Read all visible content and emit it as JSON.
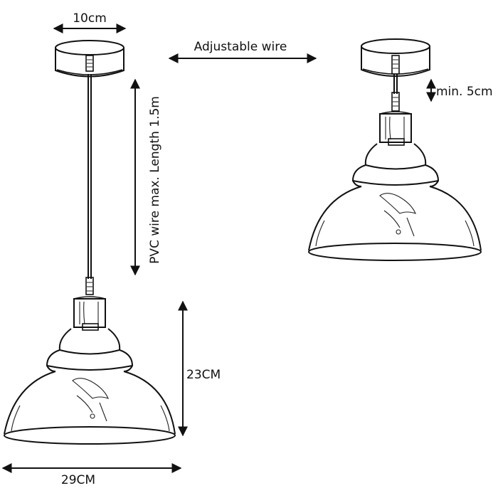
{
  "dimensions": {
    "canopy_width": "10cm",
    "wire_note": "Adjustable wire",
    "wire_length": "PVC wire max. Length 1.5m",
    "min_drop": "min. 5cm",
    "shade_height": "23CM",
    "shade_width": "29CM"
  },
  "colors": {
    "line": "#111111",
    "background": "#ffffff"
  }
}
